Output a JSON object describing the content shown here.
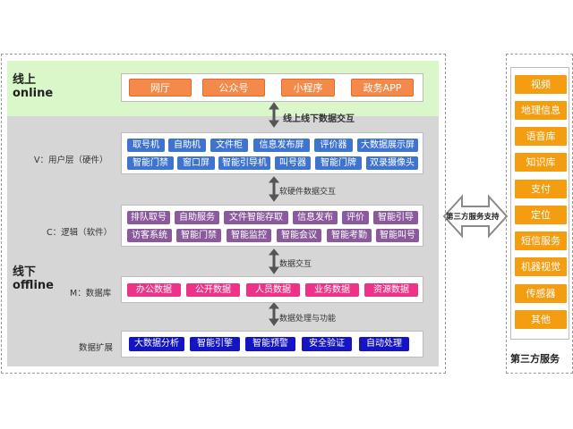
{
  "zones": {
    "online": {
      "title_cn": "线上",
      "title_en": "online"
    },
    "offline": {
      "title_cn": "线下",
      "title_en": "offline"
    }
  },
  "online_items": [
    "网厅",
    "公众号",
    "小程序",
    "政务APP"
  ],
  "connectors": {
    "c1": "线上线下数据交互",
    "c2": "软硬件数据交互",
    "c3": "数据交互",
    "c4": "数据处理与功能"
  },
  "layers": {
    "v": {
      "label": "V：用户层（硬件）",
      "row1": [
        "取号机",
        "自助机",
        "文件柜",
        "信息发布屏",
        "评价器",
        "大数据展示屏"
      ],
      "row2": [
        "智能门禁",
        "窗口屏",
        "智能引导机",
        "叫号器",
        "智能门牌",
        "双录摄像头"
      ]
    },
    "c": {
      "label": "C：逻辑（软件）",
      "row1": [
        "排队取号",
        "自助服务",
        "文件智能存取",
        "信息发布",
        "评价",
        "智能引导"
      ],
      "row2": [
        "访客系统",
        "智能门禁",
        "智能监控",
        "智能会议",
        "智能考勤",
        "智能叫号"
      ]
    },
    "m": {
      "label": "M：数据库",
      "items": [
        "办公数据",
        "公开数据",
        "人员数据",
        "业务数据",
        "资源数据"
      ]
    },
    "ext": {
      "label": "数据扩展",
      "items": [
        "大数据分析",
        "智能引擎",
        "智能预警",
        "安全验证",
        "自动处理"
      ]
    }
  },
  "third_party": {
    "support_label": "第三方服务支持",
    "title": "第三方服务",
    "items": [
      "视频",
      "地理信息",
      "语音库",
      "知识库",
      "支付",
      "定位",
      "短信服务",
      "机器视觉",
      "传感器",
      "其他"
    ]
  },
  "colors": {
    "online_bg": "#d9f7c9",
    "offline_bg": "#d6d6d6",
    "chip_orange": "#f48a4a",
    "chip_blue": "#3e74cf",
    "chip_purple": "#8a5a9c",
    "chip_pink": "#ee3288",
    "chip_navy": "#1414c2",
    "third_orange": "#f49d10"
  }
}
